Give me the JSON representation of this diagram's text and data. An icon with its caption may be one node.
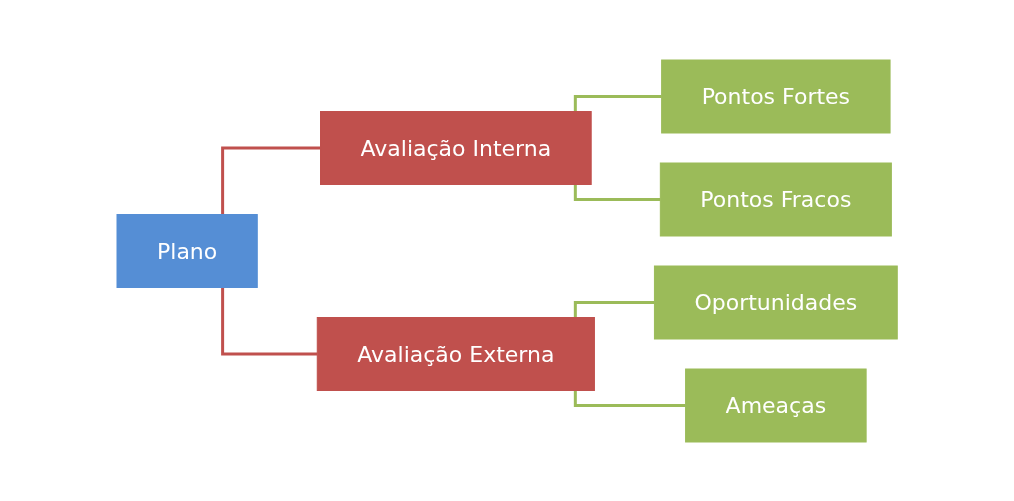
{
  "diagram": {
    "nodes": [
      {
        "text": [
          "Plano"
        ]
      },
      {
        "text": [
          "Avaliação Interna"
        ]
      },
      {
        "text": [
          "Avaliação Externa"
        ]
      },
      {
        "text": [
          "Pontos Fortes"
        ]
      },
      {
        "text": [
          "Pontos Fracos"
        ]
      },
      {
        "text": [
          "Oportunidades"
        ]
      },
      {
        "text": [
          "Ameaças"
        ]
      }
    ],
    "edges": [
      {
        "from": 0,
        "to": 1,
        "arrow": "none",
        "color": "#c0504d"
      },
      {
        "from": 0,
        "to": 2,
        "arrow": "none",
        "color": "#c0504d"
      },
      {
        "from": 1,
        "to": 3,
        "arrow": "none"
      },
      {
        "from": 1,
        "to": 4,
        "arrow": "none"
      },
      {
        "from": 2,
        "to": 5,
        "arrow": "none"
      },
      {
        "from": 2,
        "to": 6,
        "arrow": "none"
      }
    ]
  }
}
